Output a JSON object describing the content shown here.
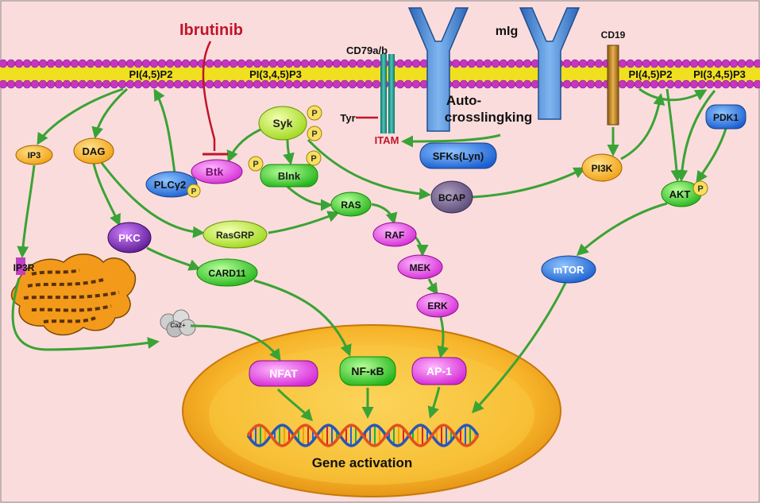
{
  "drug": {
    "name": "Ibrutinib"
  },
  "membrane": {
    "pip2_left": "PI(4,5)P2",
    "pip3_left": "PI(3,4,5)P3",
    "pip2_right": "PI(4,5)P2",
    "pip3_right": "PI(3,4,5)P3"
  },
  "receptors": {
    "cd79": "CD79a/b",
    "mig": "mIg",
    "cd19": "CD19",
    "itam": "ITAM",
    "tyr": "Tyr",
    "autocross_line1": "Auto-",
    "autocross_line2": "crosslingking"
  },
  "phospho": "P",
  "molecules": {
    "syk": "Syk",
    "btk": "Btk",
    "blnk": "Blnk",
    "plcg2": "PLCγ2",
    "sfks": "SFKs(Lyn)",
    "bcap": "BCAP",
    "pi3k": "PI3K",
    "pdk1": "PDK1",
    "akt": "AKT",
    "mtor": "mTOR",
    "ip3": "IP3",
    "dag": "DAG",
    "pkc": "PKC",
    "rasgrp": "RasGRP",
    "ras": "RAS",
    "raf": "RAF",
    "mek": "MEK",
    "erk": "ERK",
    "card11": "CARD11",
    "ip3r": "IP3R",
    "calcium": "Ca2+"
  },
  "nucleus": {
    "nfat": "NFAT",
    "nfkb": "NF-κB",
    "ap1": "AP-1",
    "gene_activation": "Gene activation"
  },
  "colors": {
    "background": "#fbdcdc",
    "membrane_head": "#c535c0",
    "membrane_tail": "#f0e020",
    "arrow": "#3aa335",
    "inhibitor": "#c0152a",
    "nucleus": "#f5a51d",
    "receptor_blue": "#3d7fd0"
  }
}
